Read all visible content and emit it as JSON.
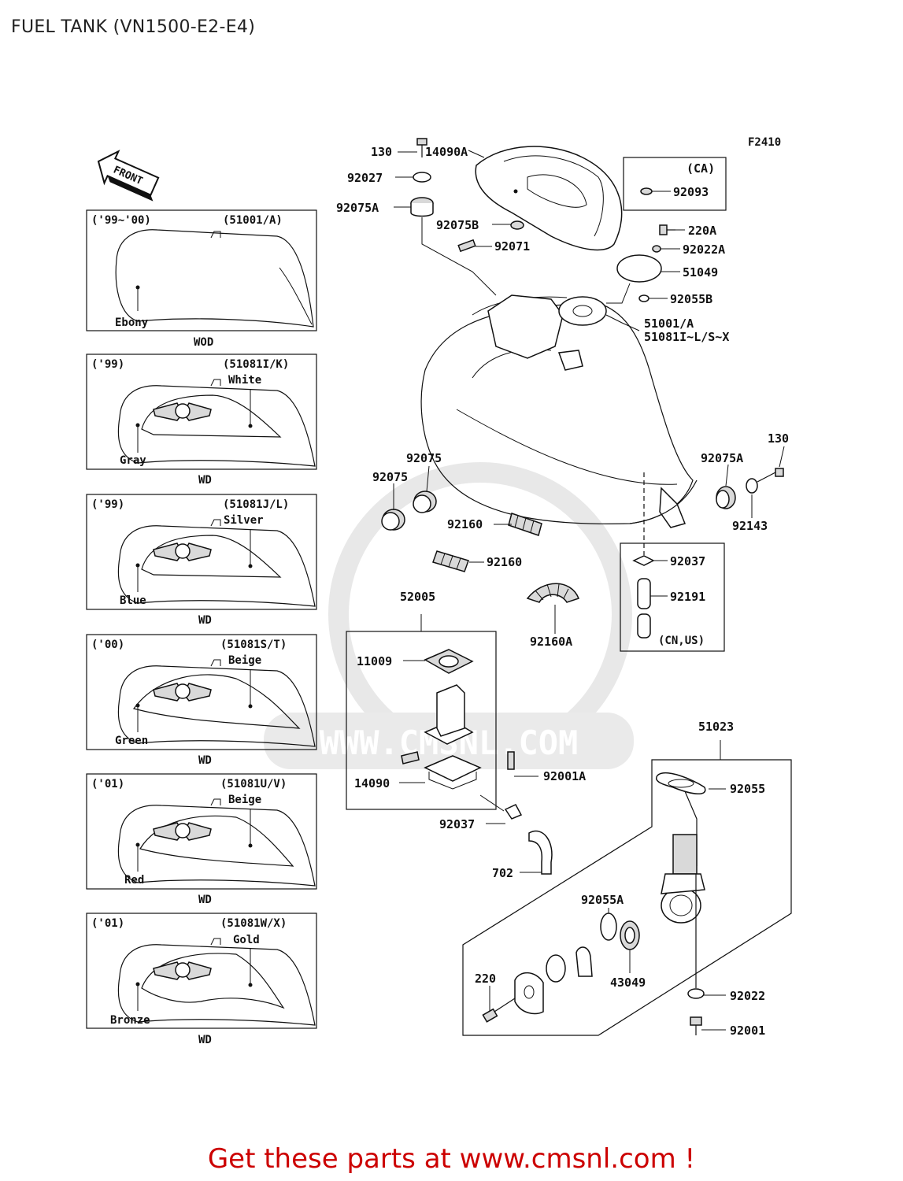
{
  "title": "FUEL TANK (VN1500-E2-E4)",
  "figure_code": "F2410",
  "front_label": "FRONT",
  "variants": [
    {
      "years": "('99~'00)",
      "parts": "(51001/A)",
      "color": "",
      "lower_color": "Ebony",
      "code": "WOD"
    },
    {
      "years": "('99)",
      "parts": "(51081I/K)",
      "color": "White",
      "lower_color": "Gray",
      "code": "WD"
    },
    {
      "years": "('99)",
      "parts": "(51081J/L)",
      "color": "Silver",
      "lower_color": "Blue",
      "code": "WD"
    },
    {
      "years": "('00)",
      "parts": "(51081S/T)",
      "color": "Beige",
      "lower_color": "Green",
      "code": "WD"
    },
    {
      "years": "('01)",
      "parts": "(51081U/V)",
      "color": "Beige",
      "lower_color": "Red",
      "code": "WD"
    },
    {
      "years": "('01)",
      "parts": "(51081W/X)",
      "color": "Gold",
      "lower_color": "Bronze",
      "code": "WD"
    }
  ],
  "callouts": {
    "p130a": "130",
    "p14090a": "14090A",
    "p92027": "92027",
    "p92075a_top": "92075A",
    "p92075b": "92075B",
    "p92071": "92071",
    "ca_label": "(CA)",
    "p92093": "92093",
    "p220a": "220A",
    "p92022a": "92022A",
    "p51049": "51049",
    "p92055b": "92055B",
    "p51001a": "51001/A",
    "p51081": "51081I~L/S~X",
    "p130b": "130",
    "p92075a_side": "92075A",
    "p92143": "92143",
    "p92075_1": "92075",
    "p92075_2": "92075",
    "p92160_1": "92160",
    "p92160_2": "92160",
    "p92160a": "92160A",
    "p92037_top": "92037",
    "p92191": "92191",
    "cnus_label": "(CN,US)",
    "p52005": "52005",
    "p11009": "11009",
    "p14090": "14090",
    "p92001a": "92001A",
    "p92037_bot": "92037",
    "p702": "702",
    "p51023": "51023",
    "p92055": "92055",
    "p92055a": "92055A",
    "p43049": "43049",
    "p220": "220",
    "p92022": "92022",
    "p92001": "92001"
  },
  "watermark": "WWW.CMSNL.COM",
  "footer": "Get these parts at www.cmsnl.com !",
  "colors": {
    "line": "#111111",
    "footer": "#cc0000",
    "watermark": "#e3e3e3"
  }
}
